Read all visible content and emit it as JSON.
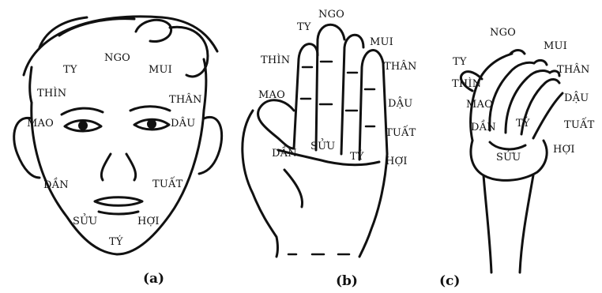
{
  "panels": {
    "face": {
      "caption": "(a)",
      "labels": {
        "ngo": "NGO",
        "ty_top": "TY",
        "mui": "MUI",
        "thin": "THÌN",
        "than": "THÂN",
        "mao": "MAO",
        "dau": "DÂU",
        "dan": "DẦN",
        "tuat": "TUẤT",
        "suu": "SỬU",
        "hoi": "HỢI",
        "ty_bottom": "TÝ"
      }
    },
    "hand": {
      "caption": "(b)",
      "labels": {
        "ty": "TY",
        "ngo": "NGO",
        "mui": "MUI",
        "thin": "THÌN",
        "than": "THÂN",
        "mao": "MAO",
        "dau": "DẬU",
        "tuat": "TUẤT",
        "dan": "DẦN",
        "suu": "SỬU",
        "ty2": "TÝ",
        "hoi": "HỢI"
      }
    },
    "foot": {
      "caption": "(c)",
      "labels": {
        "ngo": "NGO",
        "mui": "MUI",
        "ty": "TY",
        "than": "THÂN",
        "thin": "THÌN",
        "mao": "MAO",
        "dau": "DẬU",
        "dan": "DẦN",
        "ty2": "TÝ",
        "tuat": "TUẤT",
        "suu": "SỬU",
        "hoi": "HỢI"
      }
    }
  }
}
